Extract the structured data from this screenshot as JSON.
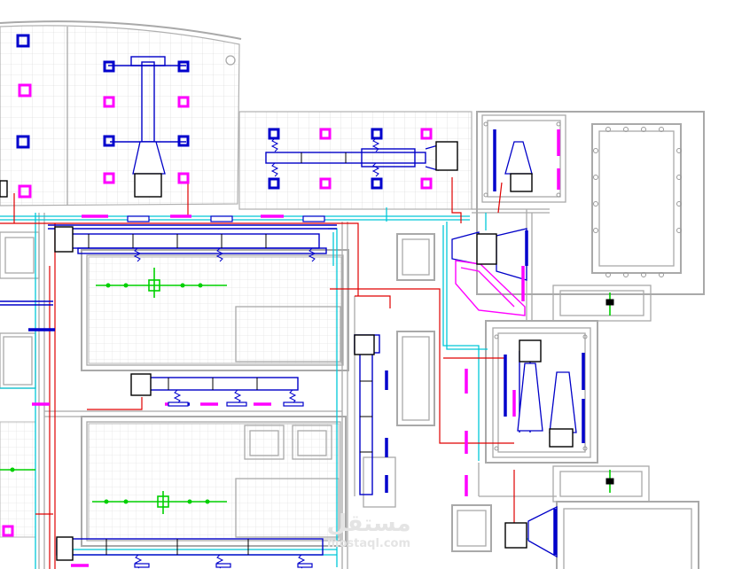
{
  "drawing": {
    "kind": "hvac-duct-layout-plan",
    "background": "#ffffff",
    "colors": {
      "wall": "#a9a9a9",
      "ceiling_grid": "#cfcfcf",
      "duct": "#0000c8",
      "supply_pipe": "#e00000",
      "chilled_pipe": "#00c8d8",
      "diffuser_return": "#ff00ff",
      "diffuser_supply": "#0000cc",
      "equipment_pipe": "#00d000",
      "unit_outline": "#000000"
    }
  },
  "watermark": {
    "arabic": "مستقل",
    "latin": "mostaql.com",
    "color": "#e4e4e4"
  }
}
